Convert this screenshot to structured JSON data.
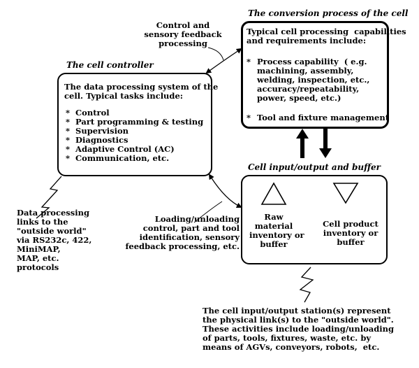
{
  "cell_controller": {
    "title": "The cell controller",
    "intro": "The data processing system of the\ncell. Typical tasks include:",
    "tasks": [
      "Control",
      "Part programming & testing",
      "Supervision",
      "Diagnostics",
      "Adaptive Control (AC)",
      "Communication, etc."
    ]
  },
  "conversion_process": {
    "title": "The conversion process of the cell",
    "intro": "Typical cell processing  capabilities\nand requirements include:",
    "items": [
      "Process capability  ( e.g.\nmachining, assembly,\nwelding, inspection, etc.,\naccuracy/repeatability,\npower, speed, etc.)",
      "Tool and fixture management"
    ]
  },
  "cell_io": {
    "title": "Cell input/output and buffer",
    "raw_label": "Raw\nmaterial\ninventory or\nbuffer",
    "product_label": "Cell product\ninventory or\nbuffer"
  },
  "annotations": {
    "control_feedback": "Control and\nsensory feedback\nprocessing",
    "data_links": "Data processing\nlinks to the\n\"outside world\"\nvia RS232c, 422,\nMiniMAP,\nMAP, etc.\nprotocols",
    "loading_control": "Loading/unloading\ncontrol, part and tool\nidentification, sensory\nfeedback processing, etc.",
    "io_station": "The cell input/output station(s) represent\nthe physical link(s) to the \"outside world\".\nThese activities include loading/unloading\nof parts, tools, fixtures, waste, etc. by\nmeans of AGVs, conveyors, robots,  etc."
  },
  "bullet_char": "*"
}
